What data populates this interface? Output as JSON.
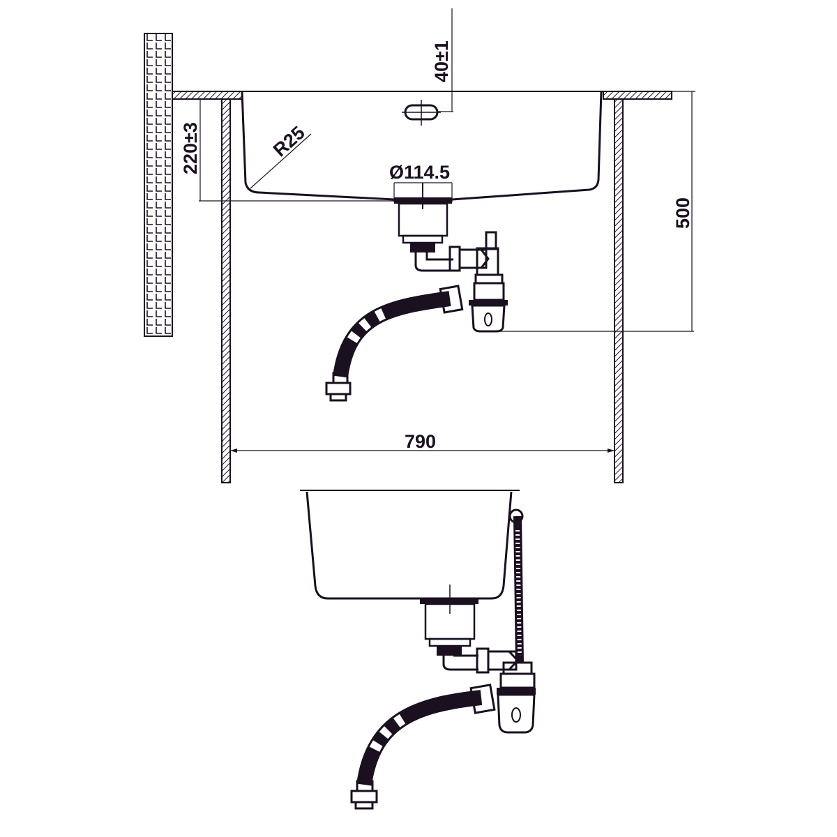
{
  "title": "Undermount sink installation drawing",
  "dimensions": {
    "overflow_height": "40±1",
    "bowl_depth": "220±3",
    "corner_radius": "R25",
    "drain_diameter": "Ø114.5",
    "total_height": "500",
    "cabinet_width": "790"
  },
  "colors": {
    "line": "#1a1020",
    "background": "#ffffff"
  }
}
